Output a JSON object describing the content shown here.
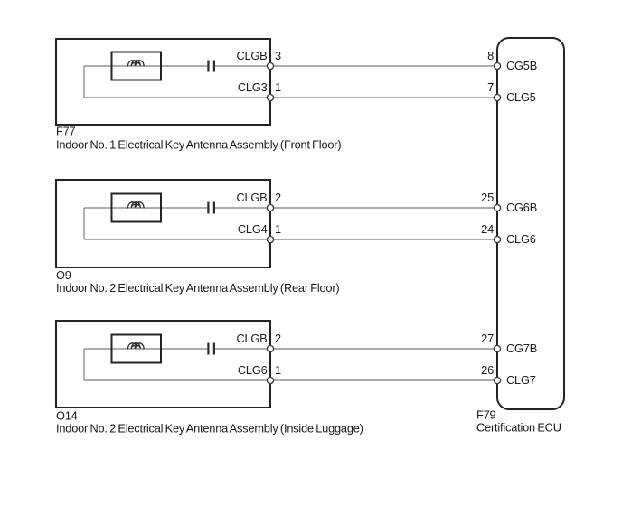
{
  "colors": {
    "background": "#ffffff",
    "outline": "#232323",
    "wire": "#7d7d7d",
    "text": "#1a1a1a"
  },
  "blocks": [
    {
      "code": "F77",
      "description": "Indoor No. 1 Electrical Key Antenna Assembly (Front Floor)",
      "pins": [
        {
          "label": "CLGB",
          "number": "3"
        },
        {
          "label": "CLG3",
          "number": "1"
        }
      ]
    },
    {
      "code": "O9",
      "description": "Indoor No. 2 Electrical Key Antenna Assembly (Rear Floor)",
      "pins": [
        {
          "label": "CLGB",
          "number": "2"
        },
        {
          "label": "CLG4",
          "number": "1"
        }
      ]
    },
    {
      "code": "O14",
      "description": "Indoor No. 2 Electrical Key Antenna Assembly (Inside Luggage)",
      "pins": [
        {
          "label": "CLGB",
          "number": "2"
        },
        {
          "label": "CLG6",
          "number": "1"
        }
      ]
    }
  ],
  "ecu": {
    "code": "F79",
    "description": "Certification ECU",
    "pins": [
      {
        "number": "8",
        "label": "CG5B"
      },
      {
        "number": "7",
        "label": "CLG5"
      },
      {
        "number": "25",
        "label": "CG6B"
      },
      {
        "number": "24",
        "label": "CLG6"
      },
      {
        "number": "27",
        "label": "CG7B"
      },
      {
        "number": "26",
        "label": "CLG7"
      }
    ]
  }
}
